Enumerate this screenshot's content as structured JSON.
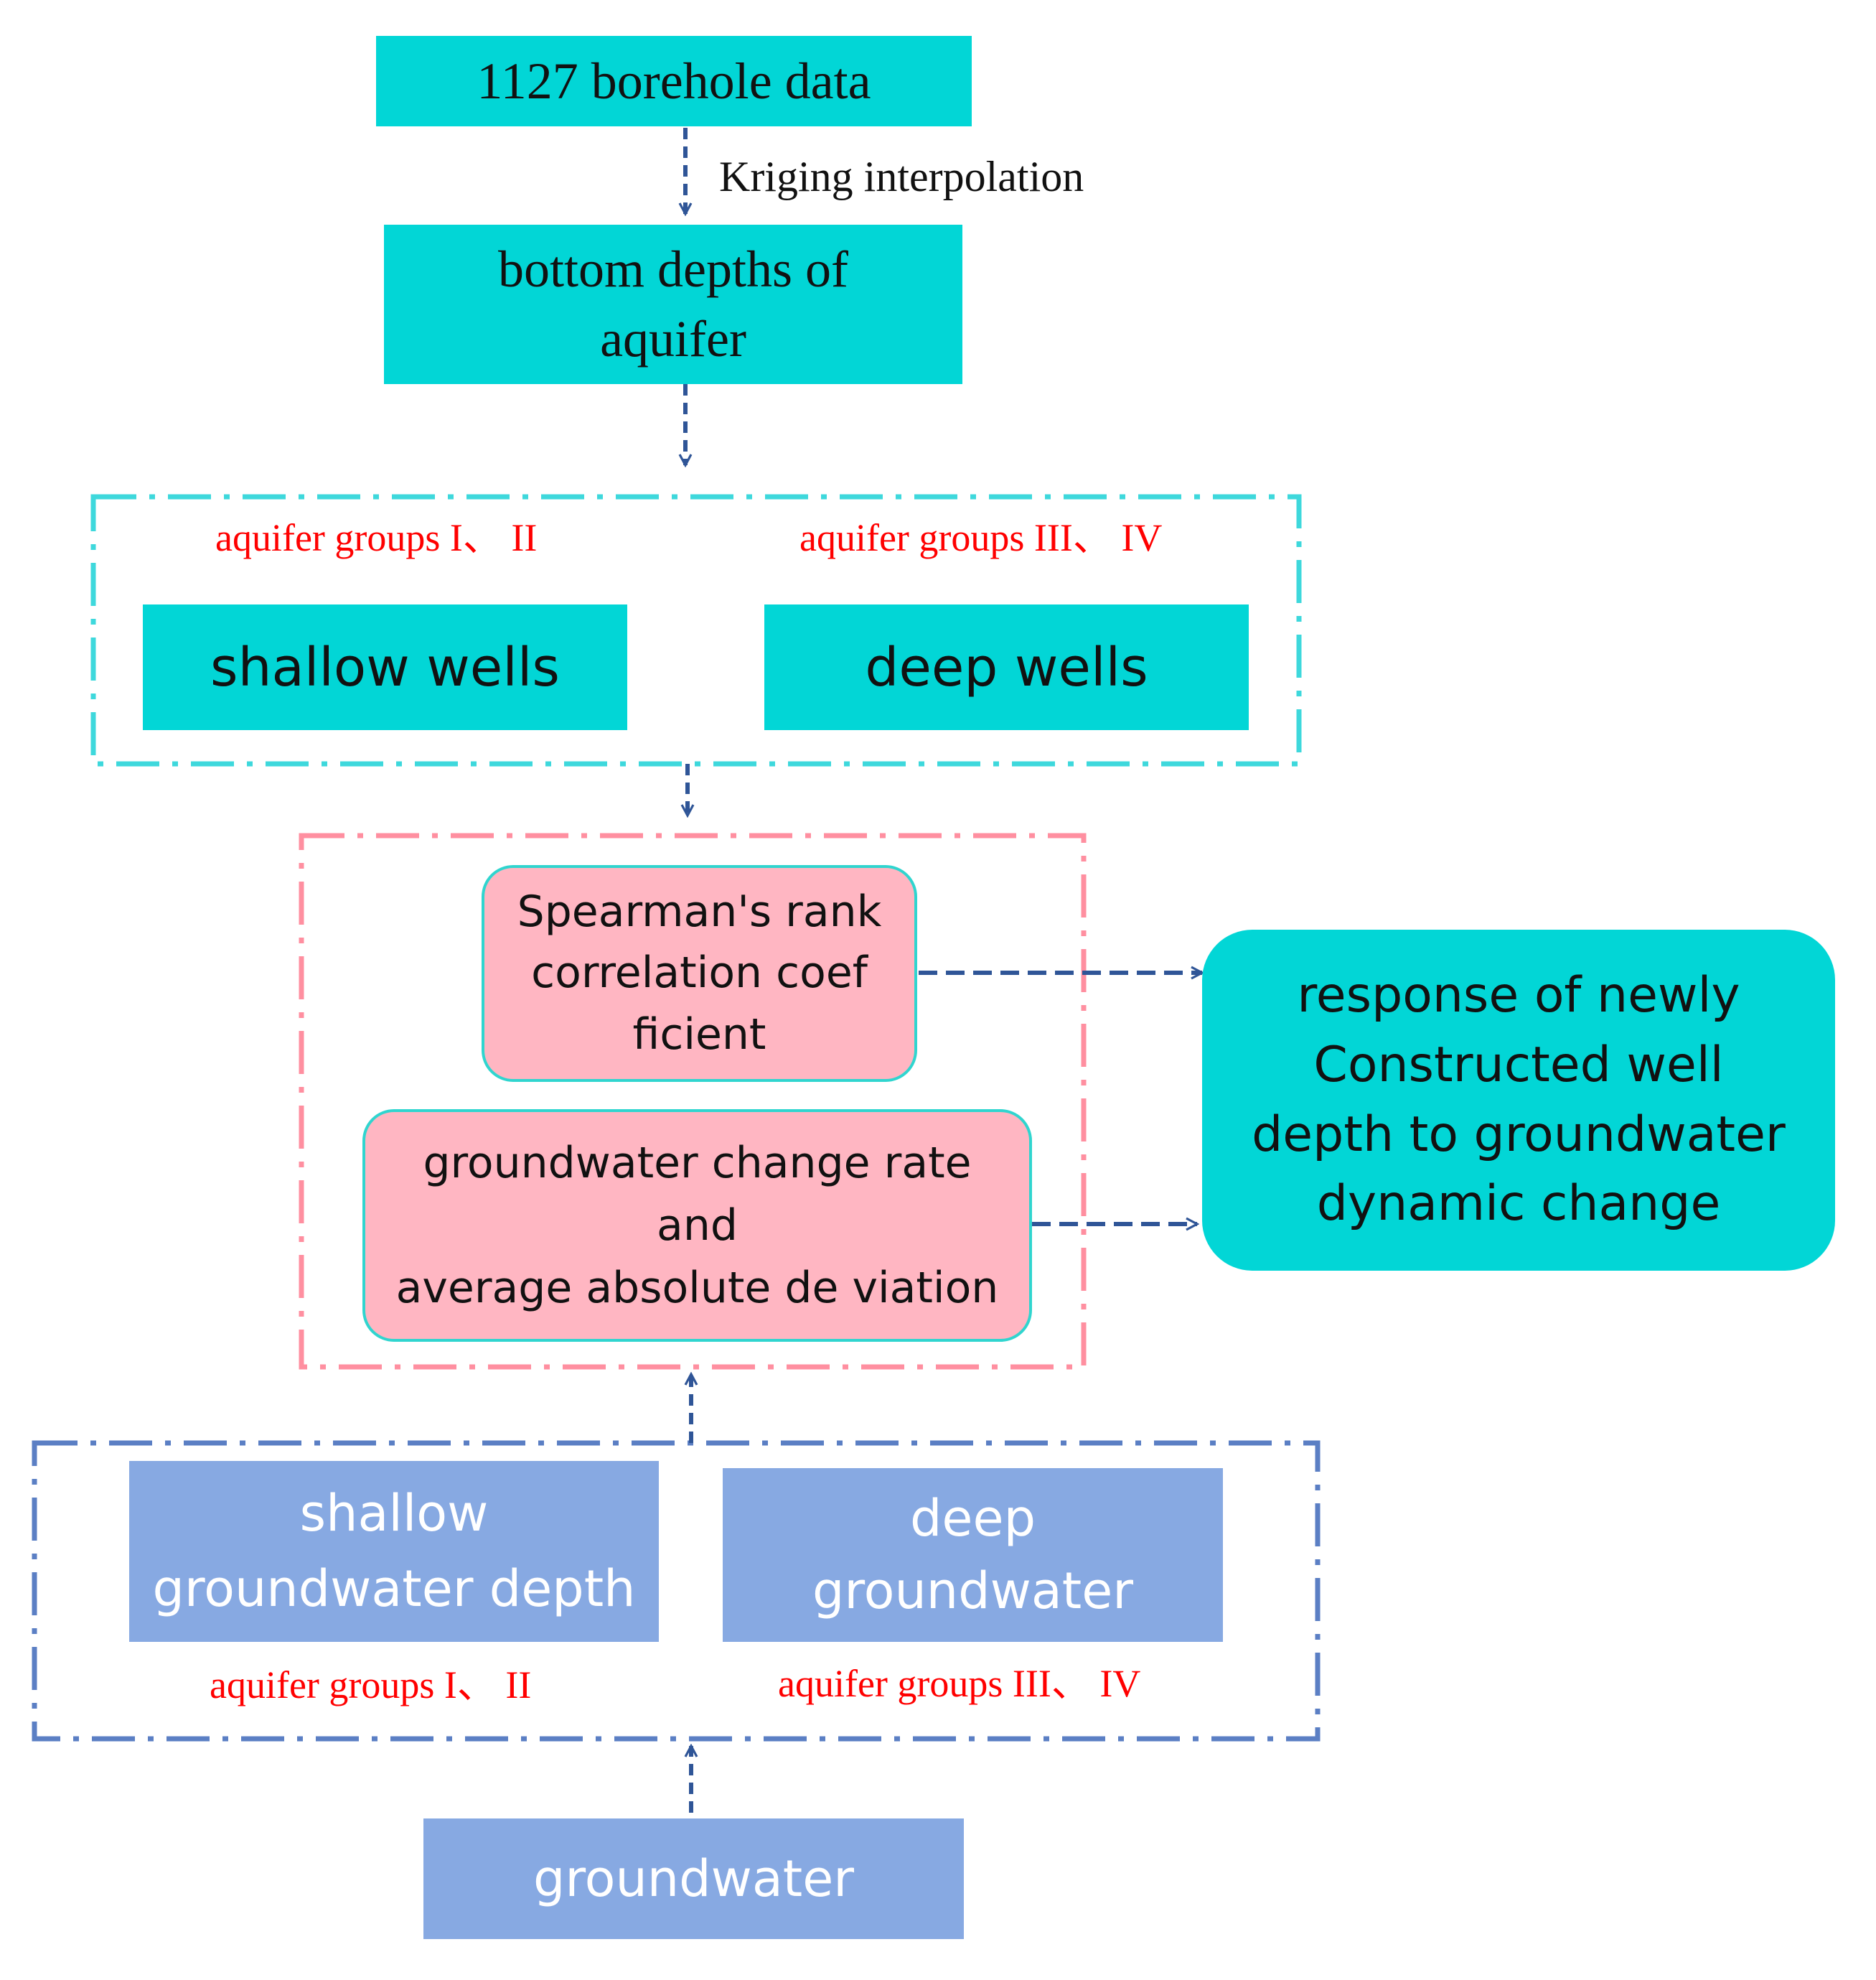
{
  "nodes": {
    "borehole": "1127 borehole data",
    "bottom_depths": [
      "bottom depths of",
      "aquifer"
    ],
    "shallow_wells": "shallow wells",
    "deep_wells": "deep wells",
    "spearman": [
      "Spearman's rank",
      "correlation coef",
      "ficient"
    ],
    "change_rate": [
      "groundwater change rate",
      "and",
      "average absolute de viation"
    ],
    "response": [
      "response of newly",
      "Constructed well",
      "depth to groundwater",
      "dynamic change"
    ],
    "shallow_gw": [
      "shallow",
      "groundwater depth"
    ],
    "deep_gw": [
      "deep",
      "groundwater"
    ],
    "groundwater": "groundwater"
  },
  "edge_labels": {
    "kriging": "Kriging interpolation"
  },
  "group_labels": {
    "top_left": "aquifer groups I、 II",
    "top_right": "aquifer groups III、 IV",
    "bottom_left": "aquifer groups I、 II",
    "bottom_right": "aquifer groups III、 IV"
  },
  "colors": {
    "teal": "#02d6d6",
    "pink": "#ffb6c2",
    "blue": "#87a9e2",
    "arrow": "#2f5597",
    "label_red": "#ff0000",
    "frame_teal": "#3ed8dc",
    "frame_pink": "#ff8fa0",
    "frame_blue": "#5b7fc4"
  }
}
